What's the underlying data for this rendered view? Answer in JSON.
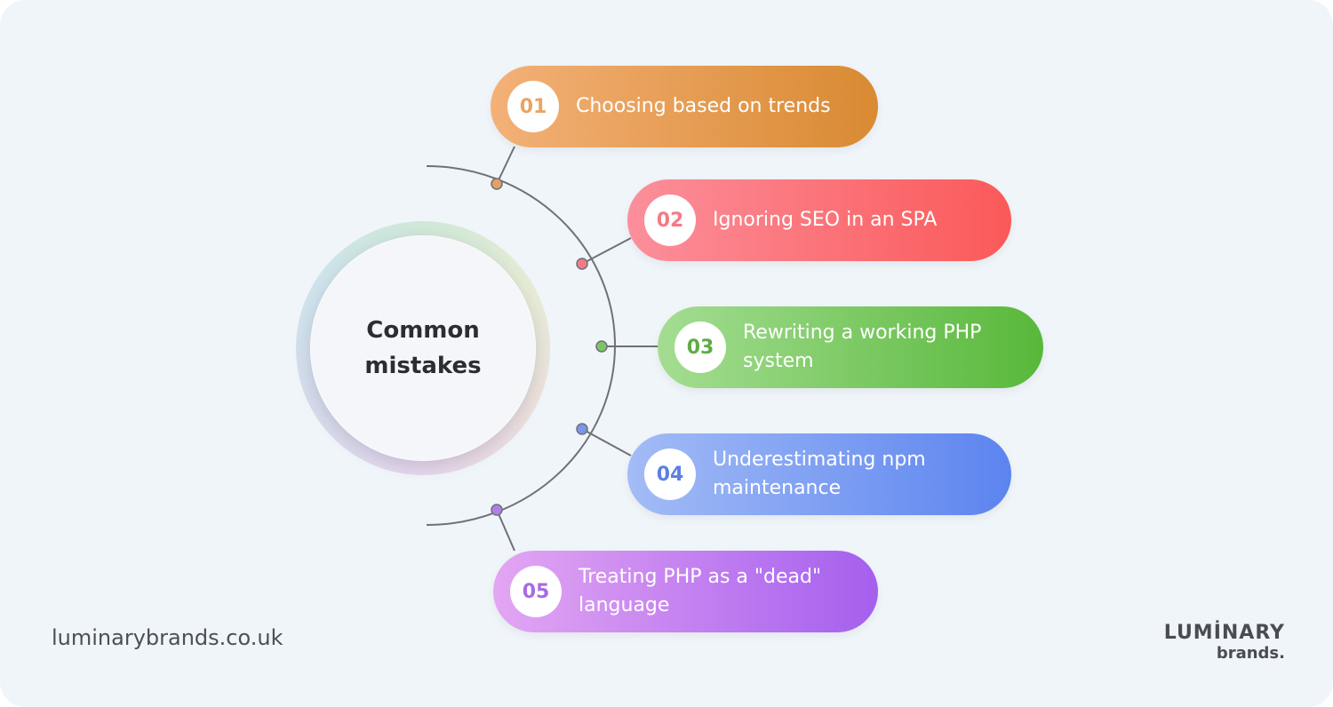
{
  "center": {
    "title": "Common mistakes"
  },
  "items": [
    {
      "number": "01",
      "label": "Choosing based on trends",
      "color": "#e59d52"
    },
    {
      "number": "02",
      "label": "Ignoring SEO in an SPA",
      "color": "#f7707c"
    },
    {
      "number": "03",
      "label": "Rewriting a working PHP system",
      "color": "#6cb54e"
    },
    {
      "number": "04",
      "label": "Underestimating npm maintenance",
      "color": "#5d7fe2"
    },
    {
      "number": "05",
      "label": "Treating PHP as a \"dead\" language",
      "color": "#a86ae4"
    }
  ],
  "footer": {
    "url": "luminarybrands.co.uk"
  },
  "logo": {
    "line1": "LUMİNARY",
    "line2": "brands."
  }
}
